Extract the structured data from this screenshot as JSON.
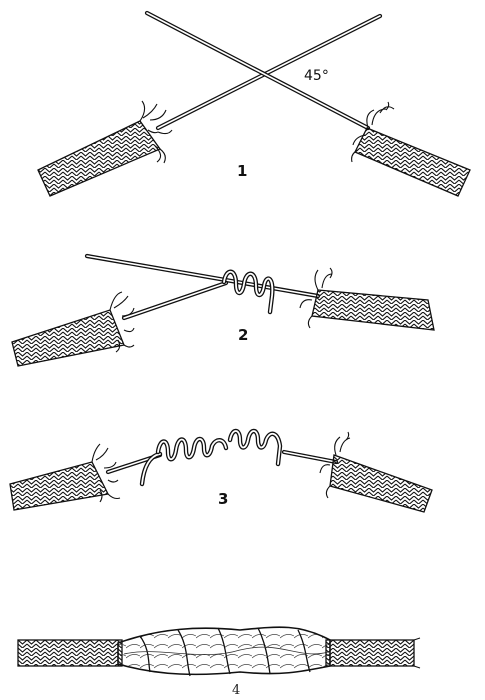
{
  "figure": {
    "steps": [
      {
        "id": "1",
        "label": "1",
        "annotation": "45°"
      },
      {
        "id": "2",
        "label": "2"
      },
      {
        "id": "3",
        "label": "3"
      },
      {
        "id": "4",
        "label": "4"
      }
    ]
  }
}
